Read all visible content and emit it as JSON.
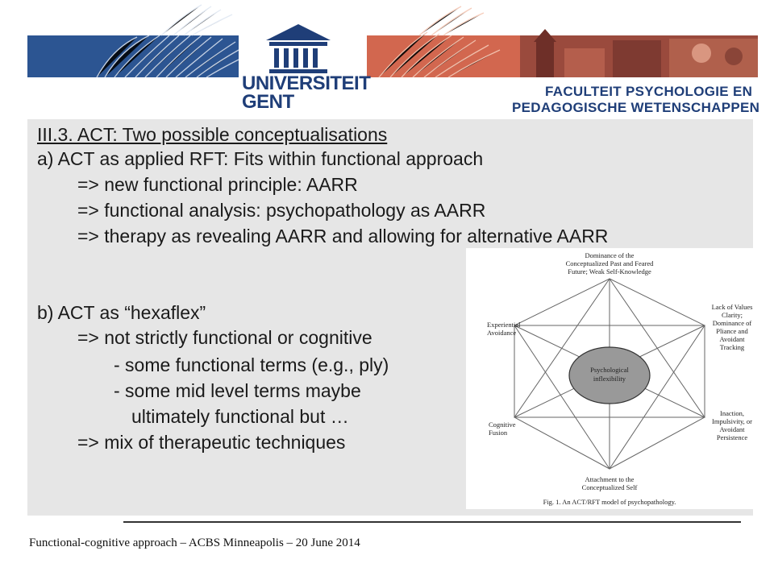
{
  "banner": {
    "university_line1": "UNIVERSITEIT",
    "university_line2": "GENT",
    "faculty_line1": "FACULTEIT PSYCHOLOGIE EN",
    "faculty_line2": "PEDAGOGISCHE WETENSCHAPPEN",
    "colors": {
      "blue": "#1f3e78",
      "red": "#c8503a"
    }
  },
  "slide": {
    "heading": "III.3. ACT: Two possible conceptualisations",
    "lines": [
      "a) ACT as applied RFT: Fits within functional approach",
      "=> new functional principle: AARR",
      "=> functional analysis: psychopathology as AARR",
      "=> therapy as revealing AARR and allowing for alternative AARR",
      "b) ACT as “hexaflex”",
      "=> not strictly functional or cognitive",
      "- some functional terms (e.g., ply)",
      "- some mid level terms maybe",
      "ultimately functional but …",
      "=> mix of therapeutic techniques"
    ]
  },
  "figure": {
    "top_label": [
      "Dominance of the",
      "Conceptualized Past and Feared",
      "Future; Weak Self-Knowledge"
    ],
    "right_top_label": [
      "Lack of Values",
      "Clarity;",
      "Dominance of",
      "Pliance and",
      "Avoidant",
      "Tracking"
    ],
    "left_top_label": [
      "Experiential",
      "Avoidance"
    ],
    "center_label": [
      "Psychological",
      "inflexibility"
    ],
    "right_bottom_label": [
      "Inaction,",
      "Impulsivity, or",
      "Avoidant",
      "Persistence"
    ],
    "left_bottom_label": [
      "Cognitive",
      "Fusion"
    ],
    "bottom_label": [
      "Attachment to the",
      "Conceptualized Self"
    ],
    "caption": "Fig. 1.  An ACT/RFT model of psychopathology."
  },
  "footer": {
    "text": "Functional-cognitive approach – ACBS Minneapolis – 20 June 2014"
  }
}
